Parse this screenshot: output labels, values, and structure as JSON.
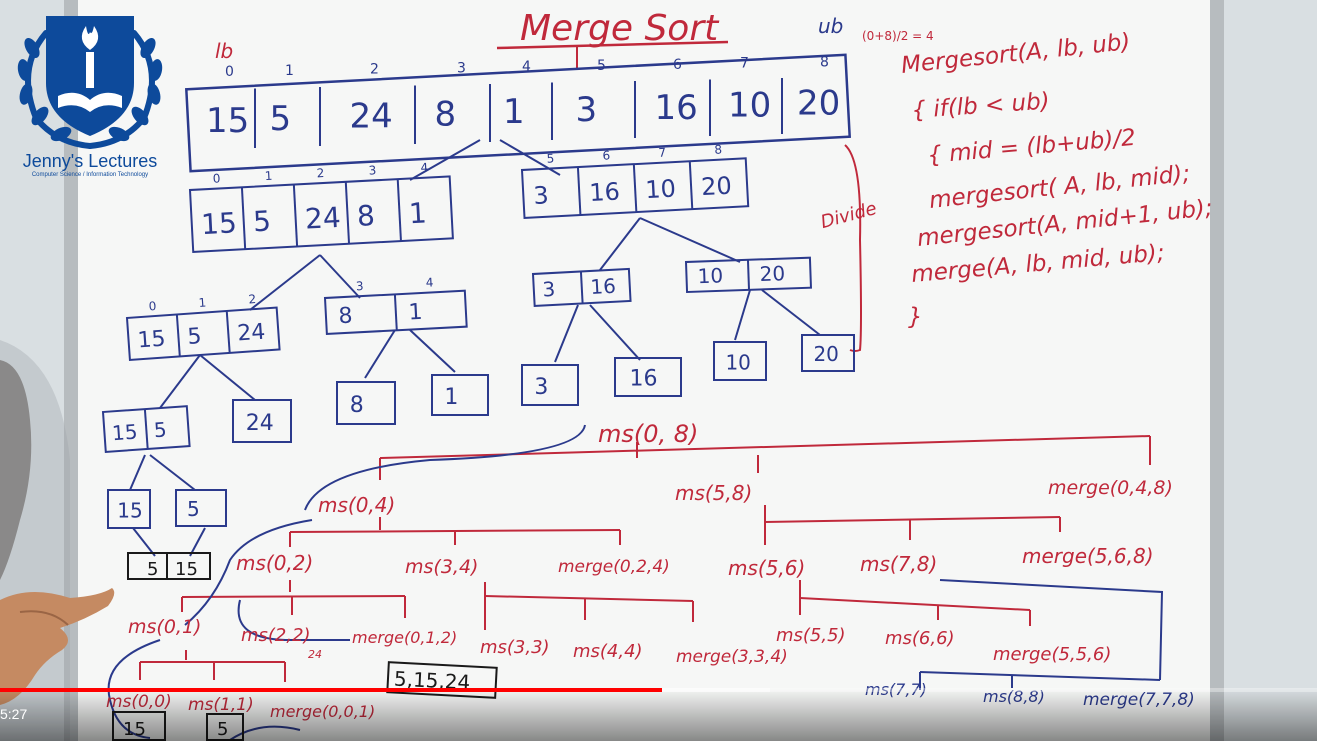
{
  "video": {
    "timestamp": "5:27",
    "played_fraction": 0.503,
    "buffered_fraction": 0.585
  },
  "channel": {
    "name": "Jenny's Lectures",
    "tagline": "Computer Science / Information Technology"
  },
  "board": {
    "title": "Merge Sort",
    "lb_label": "lb",
    "ub_label": "ub",
    "mid_calc": "(0+8)/2 = 4",
    "indices": [
      "0",
      "1",
      "2",
      "3",
      "4",
      "5",
      "6",
      "7",
      "8"
    ],
    "array": [
      "15",
      "5",
      "24",
      "8",
      "1",
      "3",
      "16",
      "10",
      "20"
    ],
    "divide_label": "Divide",
    "code": [
      "Mergesort(A, lb, ub)",
      "{ if(lb < ub)",
      "{ mid = (lb+ub)/2",
      "mergesort( A, lb, mid);",
      "mergesort(A, mid+1, ub);",
      "merge(A, lb, mid, ub);",
      "}"
    ],
    "divide_tree": {
      "left_half": [
        "15",
        "5",
        "24",
        "8",
        "1"
      ],
      "left_half_idx": [
        "0",
        "1",
        "2",
        "3",
        "4"
      ],
      "right_half": [
        "3",
        "16",
        "10",
        "20"
      ],
      "right_half_idx": [
        "5",
        "6",
        "7",
        "8"
      ],
      "l1": [
        "15",
        "5",
        "24"
      ],
      "l1_idx": [
        "0",
        "1",
        "2"
      ],
      "l2": [
        "8",
        "1"
      ],
      "l2_idx": [
        "3",
        "4"
      ],
      "r1": [
        "3",
        "16"
      ],
      "r2": [
        "10",
        "20"
      ],
      "ll": [
        "15",
        "5"
      ],
      "leaf_24": "24",
      "leaf_8": "8",
      "leaf_1": "1",
      "leaf_3": "3",
      "leaf_16": "16",
      "leaf_10": "10",
      "leaf_20": "20",
      "leaf_15": "15",
      "leaf_5": "5",
      "merged_5_15": [
        "5",
        "15"
      ]
    },
    "calls": {
      "ms08": "ms(0, 8)",
      "ms04": "ms(0,4)",
      "ms58": "ms(5,8)",
      "merge048": "merge(0,4,8)",
      "ms02": "ms(0,2)",
      "ms34": "ms(3,4)",
      "merge024": "merge(0,2,4)",
      "ms56": "ms(5,6)",
      "ms78": "ms(7,8)",
      "merge568": "merge(5,6,8)",
      "ms01": "ms(0,1)",
      "ms22": "ms(2,2)",
      "merge012": "merge(0,1,2)",
      "ms33": "ms(3,3)",
      "ms44": "ms(4,4)",
      "merge334": "merge(3,3,4)",
      "ms55": "ms(5,5)",
      "ms66": "ms(6,6)",
      "merge556": "merge(5,5,6)",
      "ms00": "ms(0,0)",
      "ms11": "ms(1,1)",
      "merge001": "merge(0,0,1)",
      "ms77": "ms(7,7)",
      "ms88": "ms(8,8)",
      "merge778": "merge(7,7,8)",
      "note_24": "24",
      "result_box": "5,15,24",
      "leaf_15": "15",
      "leaf_5": "5"
    },
    "colors": {
      "red_marker": "#c0293b",
      "blue_marker": "#2b3a8c",
      "board": "#f6f7f6",
      "frame": "#b9bdbf"
    }
  }
}
